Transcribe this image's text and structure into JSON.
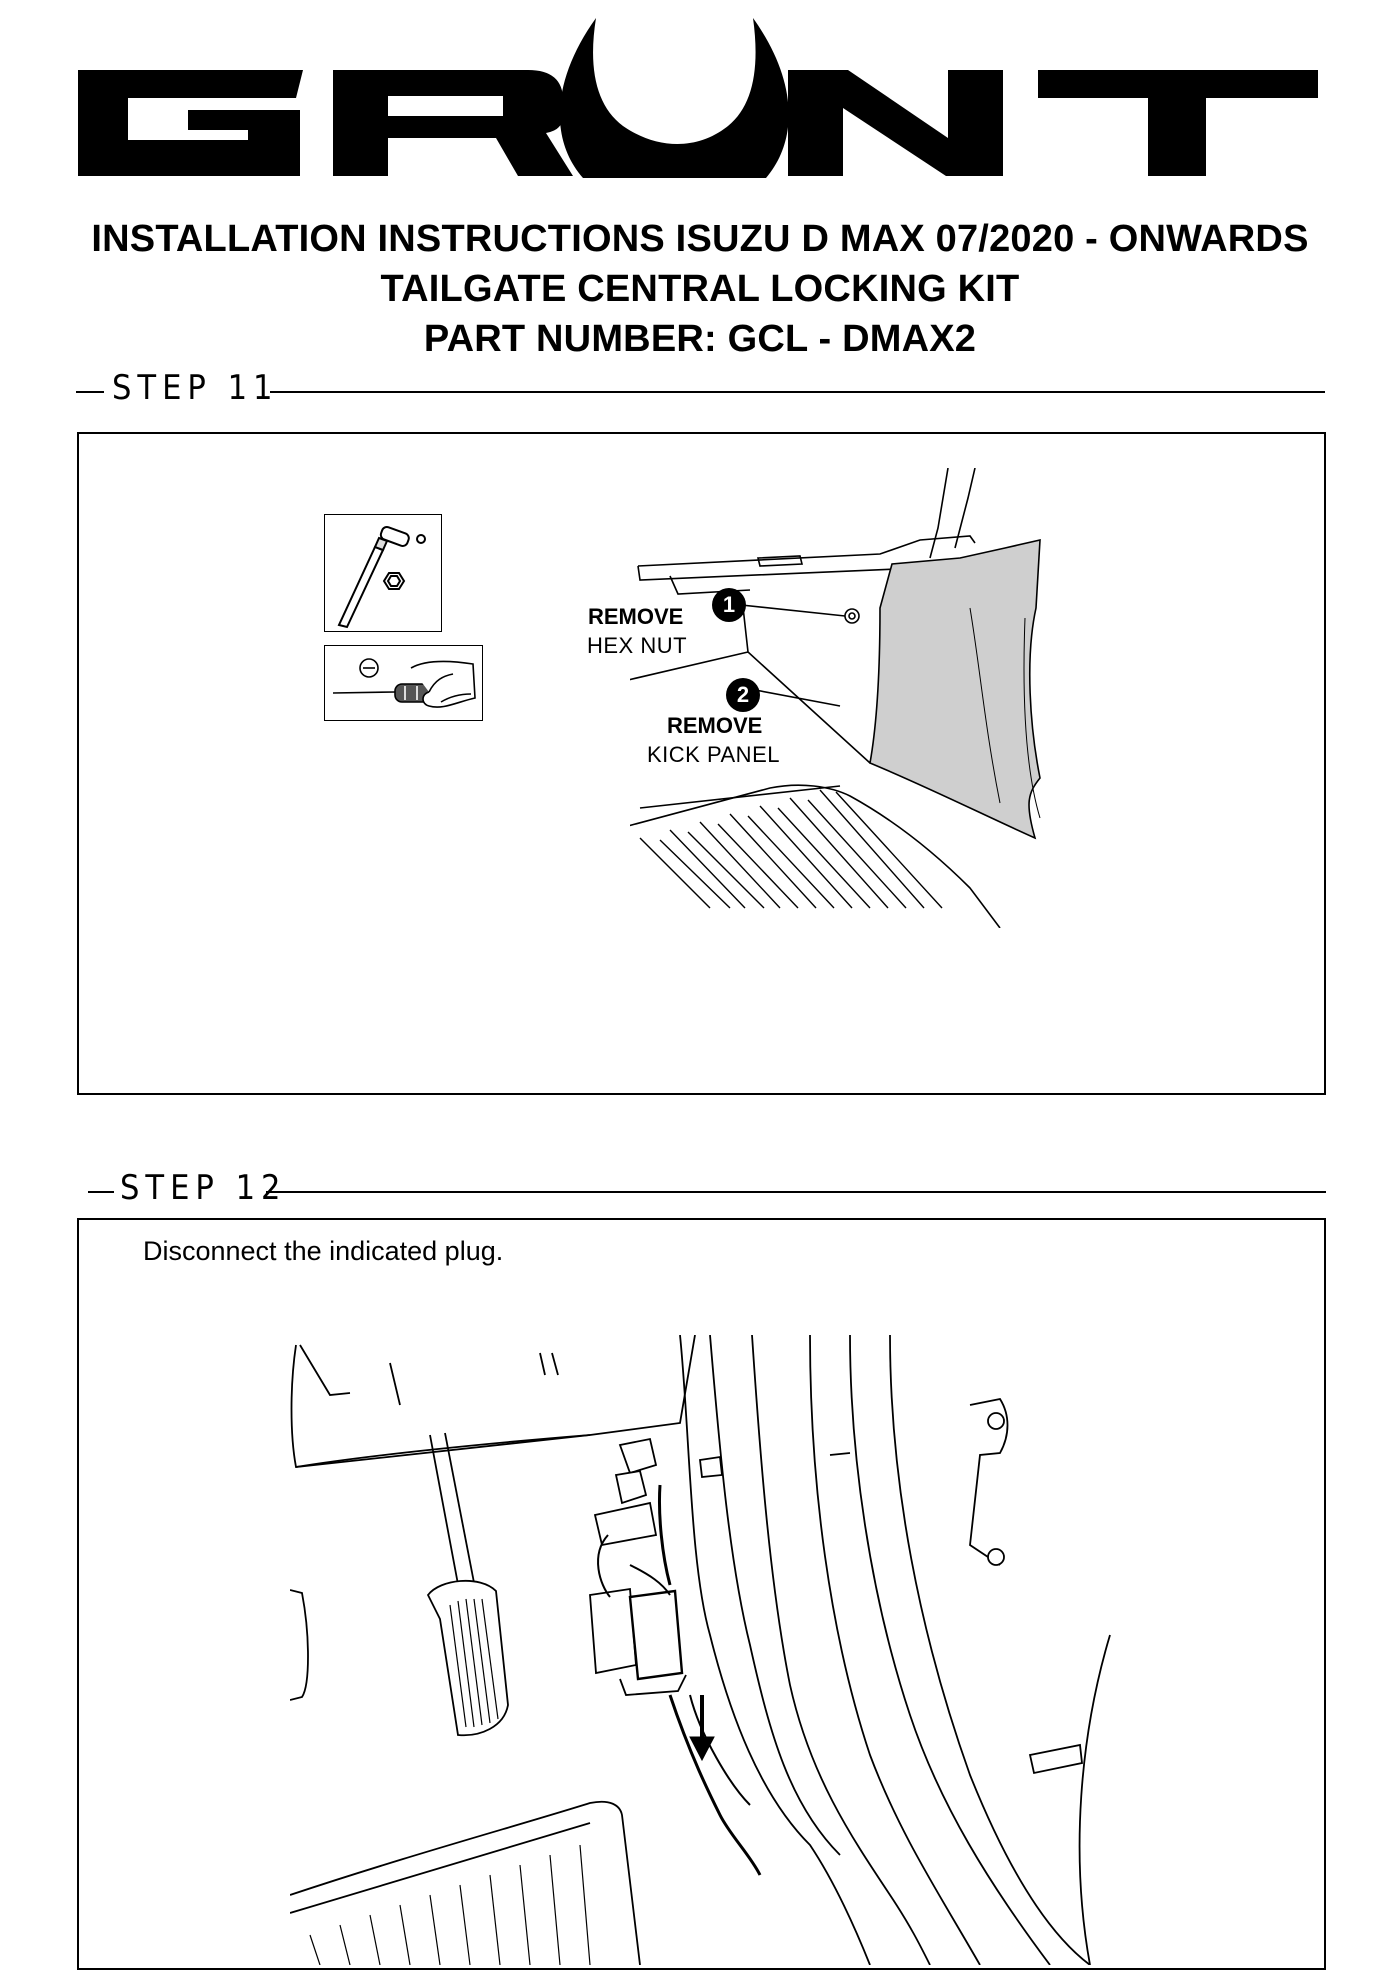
{
  "brand": {
    "logo_text": "GRUNT"
  },
  "header": {
    "line1": "INSTALLATION INSTRUCTIONS ISUZU D MAX 07/2020 - ONWARDS",
    "line2": "TAILGATE CENTRAL LOCKING KIT",
    "line3": "PART NUMBER: GCL - DMAX2"
  },
  "step11": {
    "heading": "STEP 11",
    "tools": [
      "ratchet-and-socket-icon",
      "flat-screwdriver-icon"
    ],
    "callouts": [
      {
        "number": "1",
        "action": "REMOVE",
        "target": "HEX NUT"
      },
      {
        "number": "2",
        "action": "REMOVE",
        "target": "KICK PANEL"
      }
    ]
  },
  "step12": {
    "heading": "STEP 12",
    "instruction": "Disconnect the indicated plug."
  }
}
